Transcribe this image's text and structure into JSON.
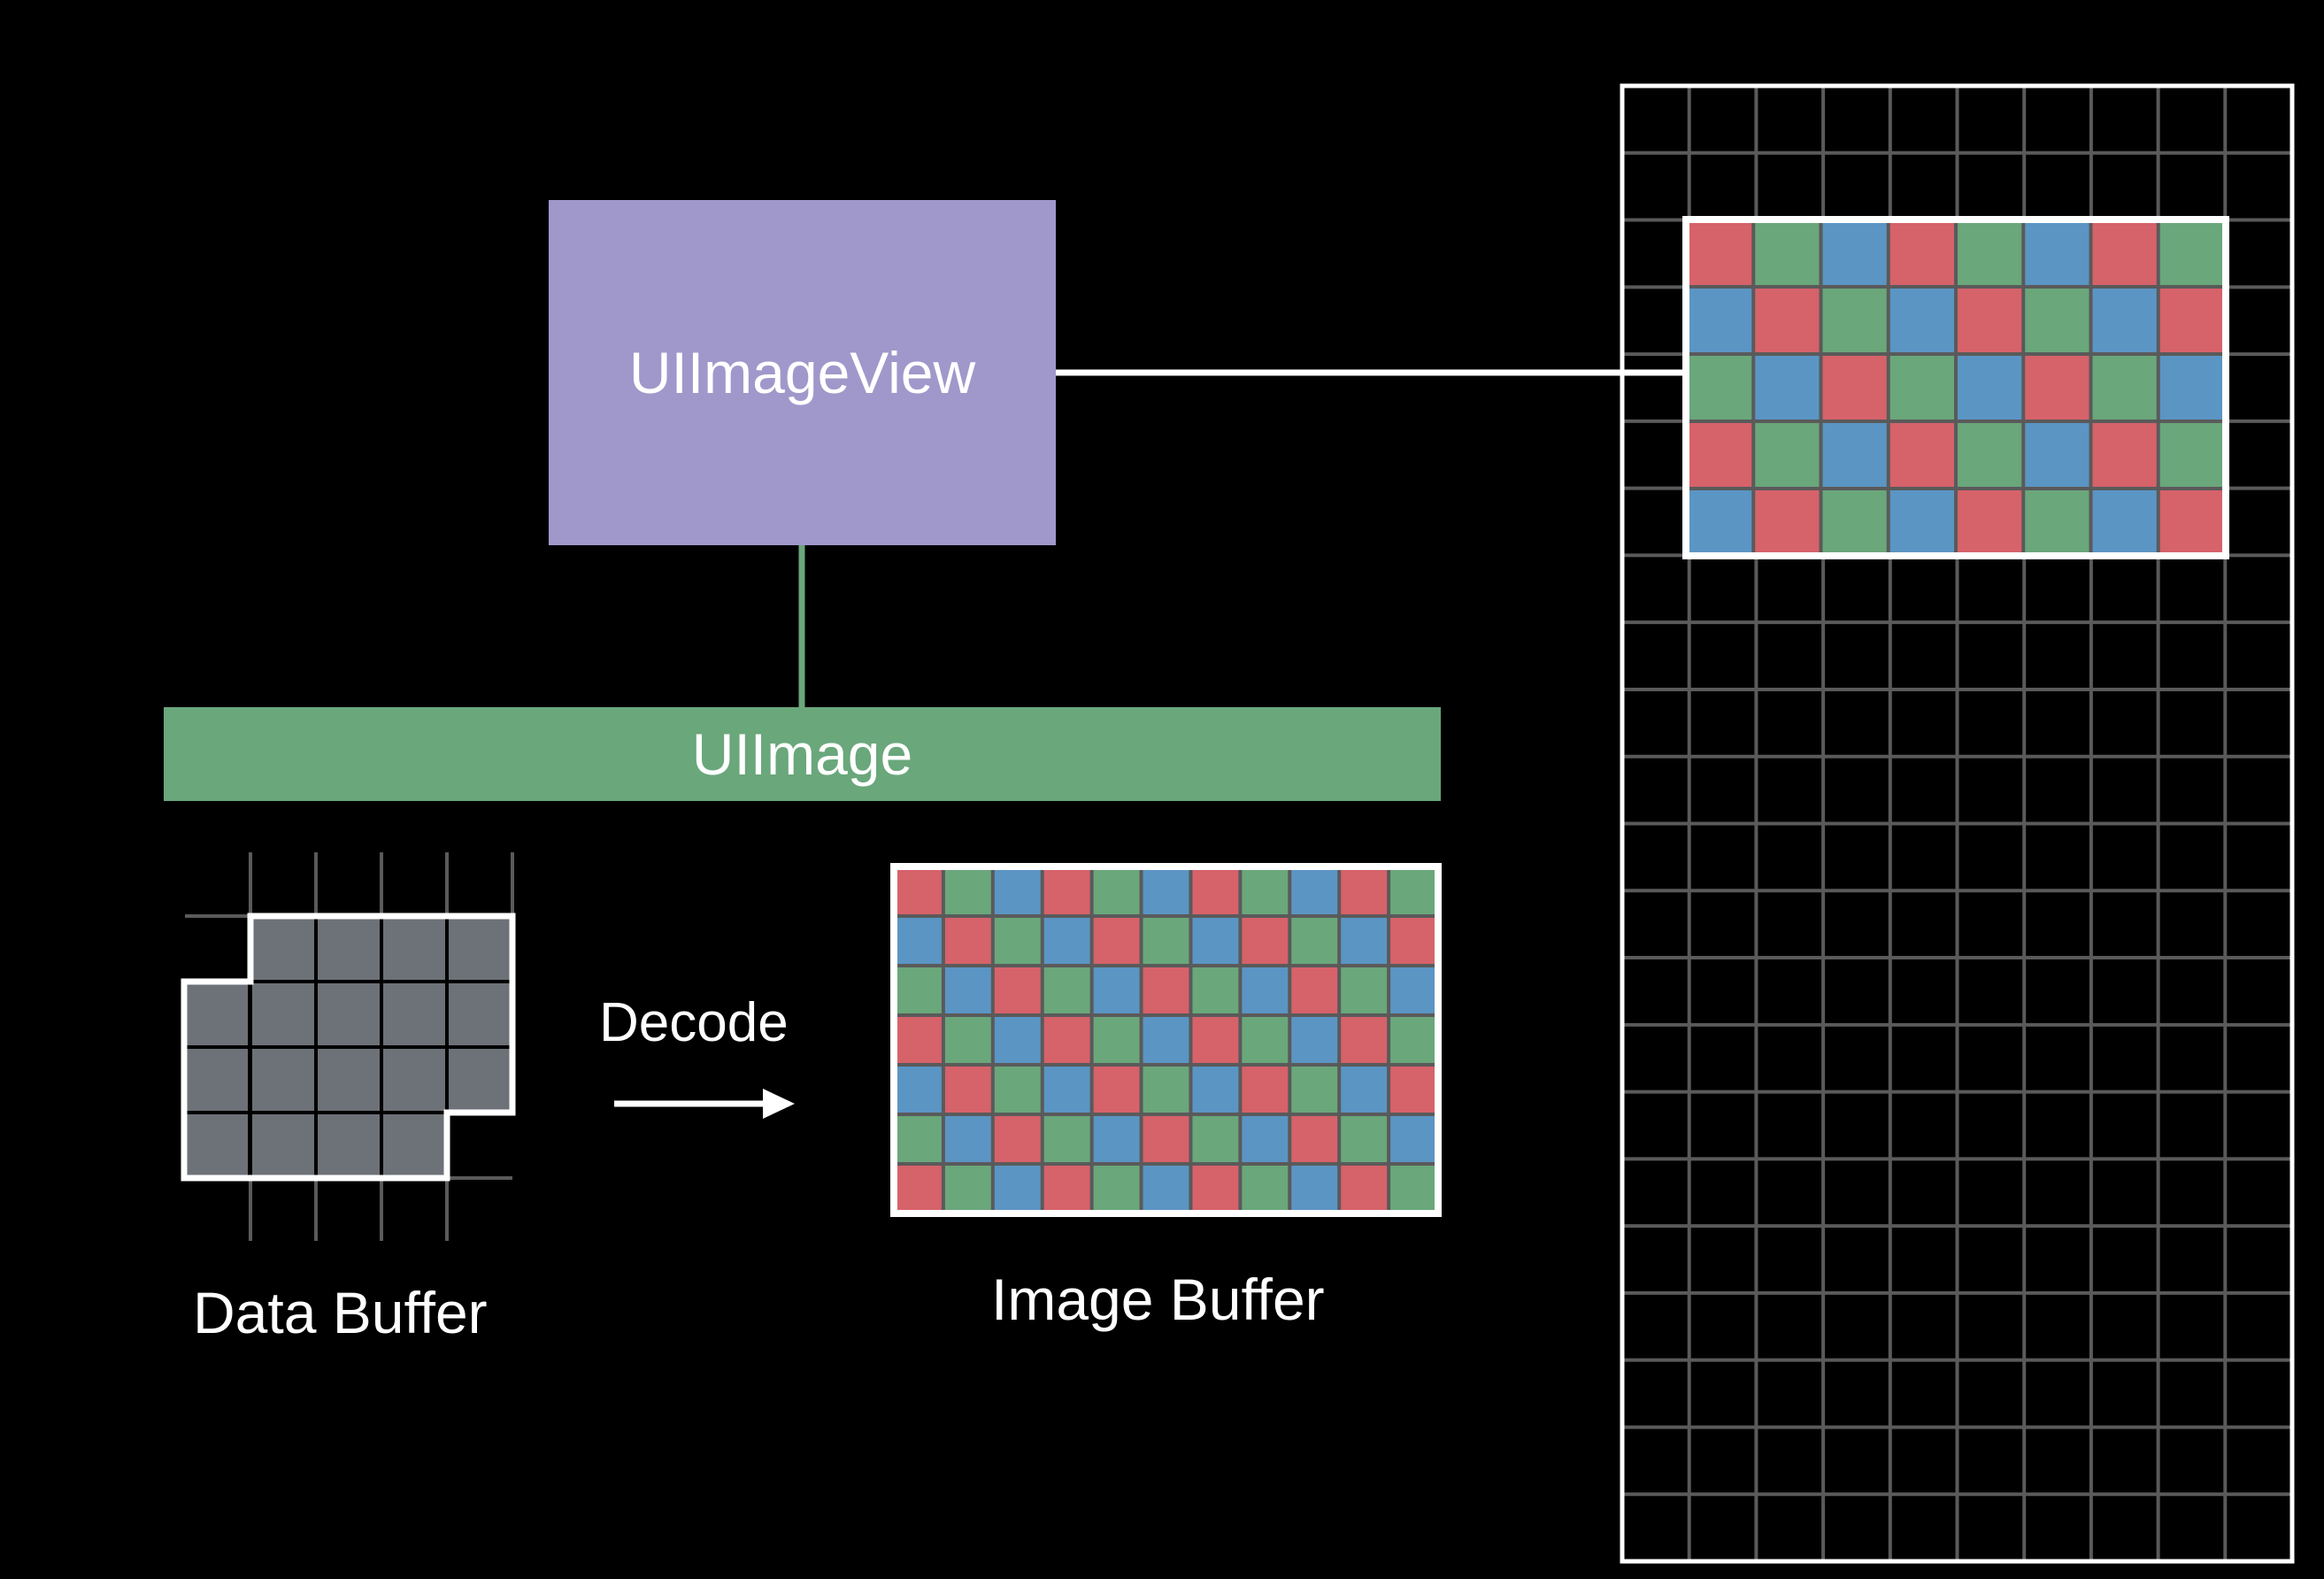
{
  "labels": {
    "image_view": "UIImageView",
    "image": "UIImage",
    "decode": "Decode",
    "data_buffer": "Data Buffer",
    "image_buffer": "Image Buffer"
  },
  "colors": {
    "background": "#000000",
    "image_view_fill": "#a098ca",
    "image_fill": "#6aa77b",
    "pixel_red": "#d6626a",
    "pixel_green": "#6aa77b",
    "pixel_blue": "#5b95c4",
    "data_cell": "#6d7278",
    "grid_line": "#5a5a5a",
    "outline": "#ffffff"
  },
  "pixel_pattern": [
    "red",
    "green",
    "blue"
  ]
}
